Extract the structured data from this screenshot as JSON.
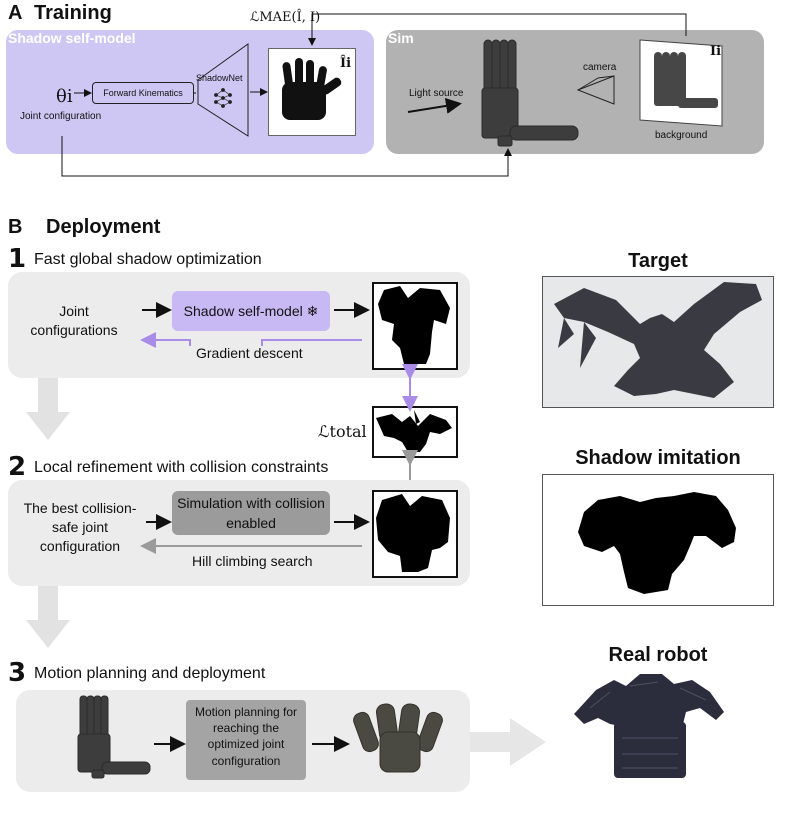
{
  "training": {
    "letter": "A",
    "title": "Training",
    "loss": "ℒMAE(Î, I)",
    "self_model_label": "Shadow self-model",
    "sim_label": "Sim",
    "theta": "θi",
    "joint_config": "Joint configuration",
    "forward_kinematics": "Forward  Kinematics",
    "shadownet": "ShadowNet",
    "pred_image": "Îi",
    "light_source": "Light source",
    "camera": "camera",
    "gt_image": "Ii",
    "background": "background"
  },
  "deployment": {
    "letter": "B",
    "title": "Deployment",
    "step1": {
      "num": "1",
      "title": "Fast global shadow optimization",
      "input": "Joint configurations",
      "model": "Shadow self-model ❄",
      "feedback": "Gradient descent"
    },
    "loss": "ℒtotal",
    "step2": {
      "num": "2",
      "title": "Local refinement with collision constraints",
      "input": "The best collision-safe joint configuration",
      "model": "Simulation with collision enabled",
      "feedback": "Hill climbing search"
    },
    "step3": {
      "num": "3",
      "title": "Motion planning and deployment",
      "planning": "Motion planning for reaching the optimized joint configuration"
    }
  },
  "right": {
    "target": "Target",
    "imitation": "Shadow imitation",
    "real_robot": "Real robot"
  },
  "colors": {
    "purple_panel": "#cfc7f3",
    "purple_arrow": "#a98be8",
    "gray_panel": "#b2b2b2",
    "light_panel": "#ececec"
  }
}
